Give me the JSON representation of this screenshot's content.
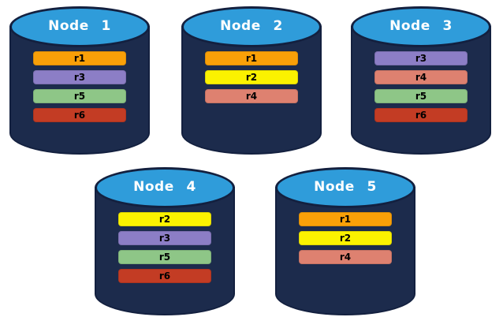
{
  "diagram": {
    "kind": "database-replication-nodes",
    "colors": {
      "cylinder_body": "#1C2B4C",
      "cylinder_outline": "#13203F",
      "cylinder_top": "#2F9CDA",
      "replica_text": "#000000",
      "node_label_text": "#FFFFFF",
      "replica_r1": "#F9A008",
      "replica_r2": "#FBF200",
      "replica_r3": "#8C7EC6",
      "replica_r4": "#DE8170",
      "replica_r5": "#8EC687",
      "replica_r6": "#C33C24"
    }
  },
  "nodes": [
    {
      "label": "Node 1",
      "replicas": [
        {
          "label": "r1",
          "color": "#F9A008"
        },
        {
          "label": "r3",
          "color": "#8C7EC6"
        },
        {
          "label": "r5",
          "color": "#8EC687"
        },
        {
          "label": "r6",
          "color": "#C33C24"
        }
      ]
    },
    {
      "label": "Node 2",
      "replicas": [
        {
          "label": "r1",
          "color": "#F9A008"
        },
        {
          "label": "r2",
          "color": "#FBF200"
        },
        {
          "label": "r4",
          "color": "#DE8170"
        }
      ]
    },
    {
      "label": "Node 3",
      "replicas": [
        {
          "label": "r3",
          "color": "#8C7EC6"
        },
        {
          "label": "r4",
          "color": "#DE8170"
        },
        {
          "label": "r5",
          "color": "#8EC687"
        },
        {
          "label": "r6",
          "color": "#C33C24"
        }
      ]
    },
    {
      "label": "Node 4",
      "replicas": [
        {
          "label": "r2",
          "color": "#FBF200"
        },
        {
          "label": "r3",
          "color": "#8C7EC6"
        },
        {
          "label": "r5",
          "color": "#8EC687"
        },
        {
          "label": "r6",
          "color": "#C33C24"
        }
      ]
    },
    {
      "label": "Node 5",
      "replicas": [
        {
          "label": "r1",
          "color": "#F9A008"
        },
        {
          "label": "r2",
          "color": "#FBF200"
        },
        {
          "label": "r4",
          "color": "#DE8170"
        }
      ]
    }
  ]
}
